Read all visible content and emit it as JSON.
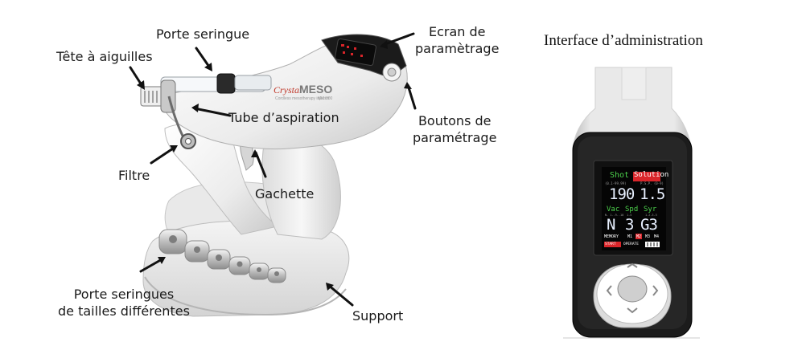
{
  "labels": {
    "tete": "Tête à aiguilles",
    "porte_seringue": "Porte seringue",
    "ecran": [
      "Ecran de",
      "paramètrage"
    ],
    "tube": "Tube d’aspiration",
    "boutons": [
      "Boutons de",
      "paramétrage"
    ],
    "filtre": "Filtre",
    "gachette": "Gachette",
    "porte_seringues": [
      "Porte seringues",
      "de tailles différentes"
    ],
    "support": "Support"
  },
  "device": {
    "brand": "Crystal",
    "brand_model": "MESO",
    "subtitle": "Cordless mesotherapy injector",
    "model_no": "MM-300"
  },
  "interface": {
    "title": "Interface d’administration",
    "screen": {
      "shot": "Shot",
      "solution": "Solution",
      "shot_sub": "(0.1-99.99)",
      "sol_sub": "P.S.P. (0-9)",
      "shot_value": "190",
      "solution_value": "1.5",
      "vac": "Vac",
      "spd": "Spd",
      "syr": "Syr",
      "vac_sub": "N. 1..9..10",
      "spd_sub": "1-5",
      "syr_sub": "1-2-3-5",
      "vac_value": "N",
      "spd_value": "3",
      "syr_value": "G3",
      "memory": "MEMORY",
      "m1": "M1",
      "m2": "M2",
      "m3": "M3",
      "m4": "M4",
      "start": "START",
      "operate": "OPERATE"
    },
    "colors": {
      "screen_bg": "#0a0a0a",
      "segment": "#e8f0ff",
      "green": "#4cd24c",
      "red": "#d9252a",
      "orange": "#f08020"
    }
  }
}
